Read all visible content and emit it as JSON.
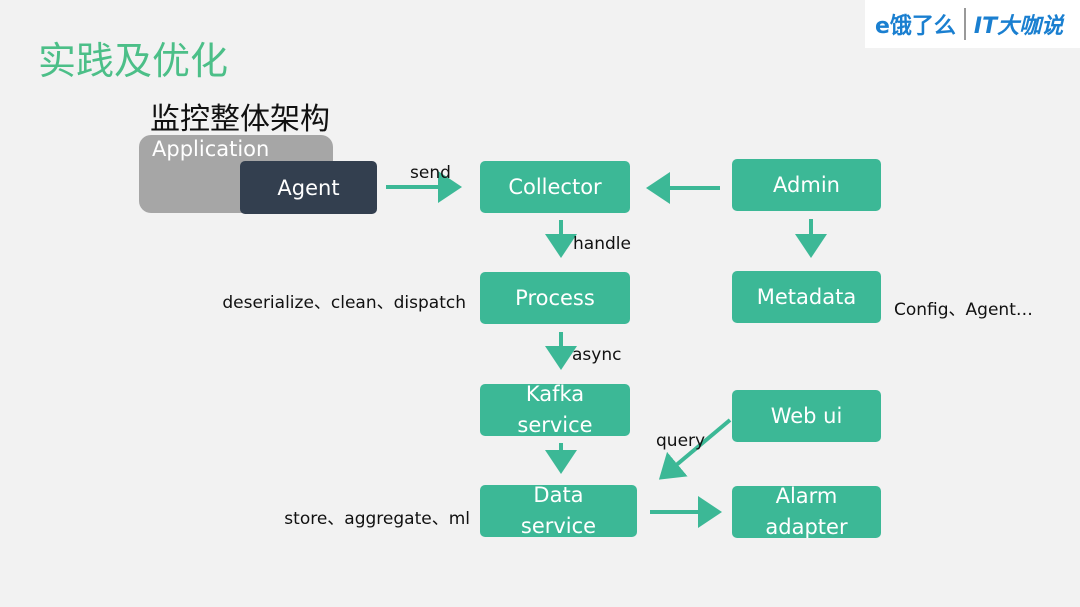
{
  "slide": {
    "title": "实践及优化",
    "subtitle": "监控整体架构"
  },
  "logo": {
    "brand1": "e饿了么",
    "brand2": "IT大咖说",
    "color": "#1a7fd0"
  },
  "colors": {
    "node": "#3cb896",
    "agent": "#333f4f",
    "application": "#a6a6a6",
    "title": "#4cbf88"
  },
  "nodes": {
    "application": "Application",
    "agent": "Agent",
    "collector": "Collector",
    "admin": "Admin",
    "process": "Process",
    "metadata": "Metadata",
    "kafka": "Kafka\nservice",
    "webui": "Web ui",
    "data": "Data\nservice",
    "alarm": "Alarm\nadapter"
  },
  "edges": {
    "send": "send",
    "handle": "handle",
    "async": "async",
    "query": "query"
  },
  "notes": {
    "process": "deserialize、clean、dispatch",
    "metadata": "Config、Agent…",
    "data": "store、aggregate、ml"
  }
}
